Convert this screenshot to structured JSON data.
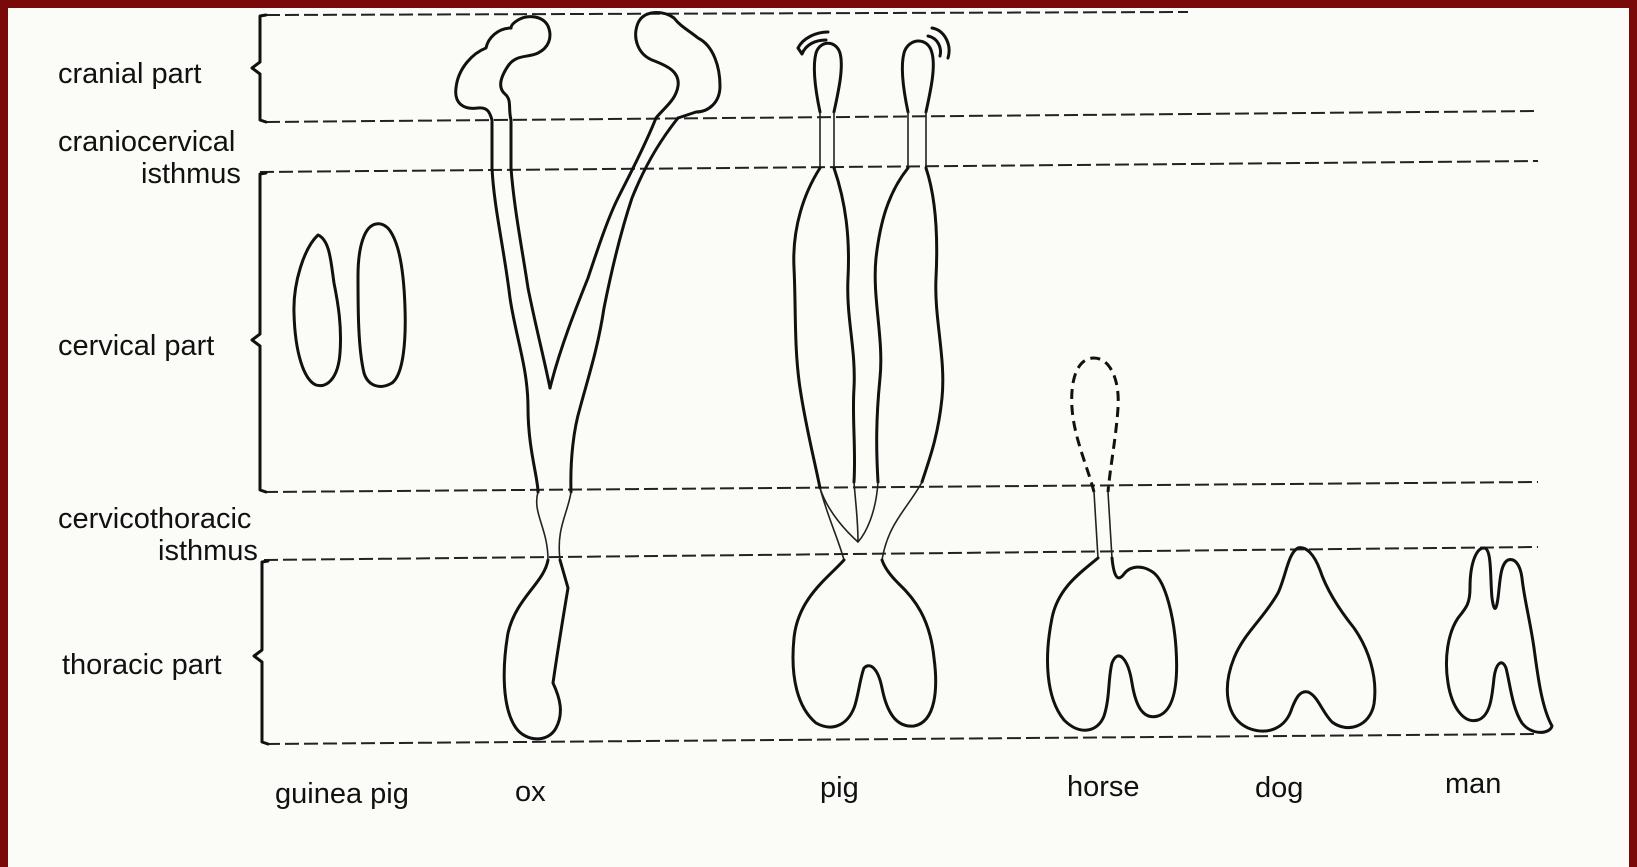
{
  "regions": {
    "cranial": "cranial part",
    "craniocervical_1": "craniocervical",
    "craniocervical_2": "isthmus",
    "cervical": "cervical part",
    "cervicothoracic_1": "cervicothoracic",
    "cervicothoracic_2": "isthmus",
    "thoracic": "thoracic part"
  },
  "species": {
    "guinea_pig": "guinea pig",
    "ox": "ox",
    "pig": "pig",
    "horse": "horse",
    "dog": "dog",
    "man": "man"
  },
  "colors": {
    "frame": "#7a0a0a",
    "paper": "#fbfbf8",
    "ink": "#111111"
  }
}
